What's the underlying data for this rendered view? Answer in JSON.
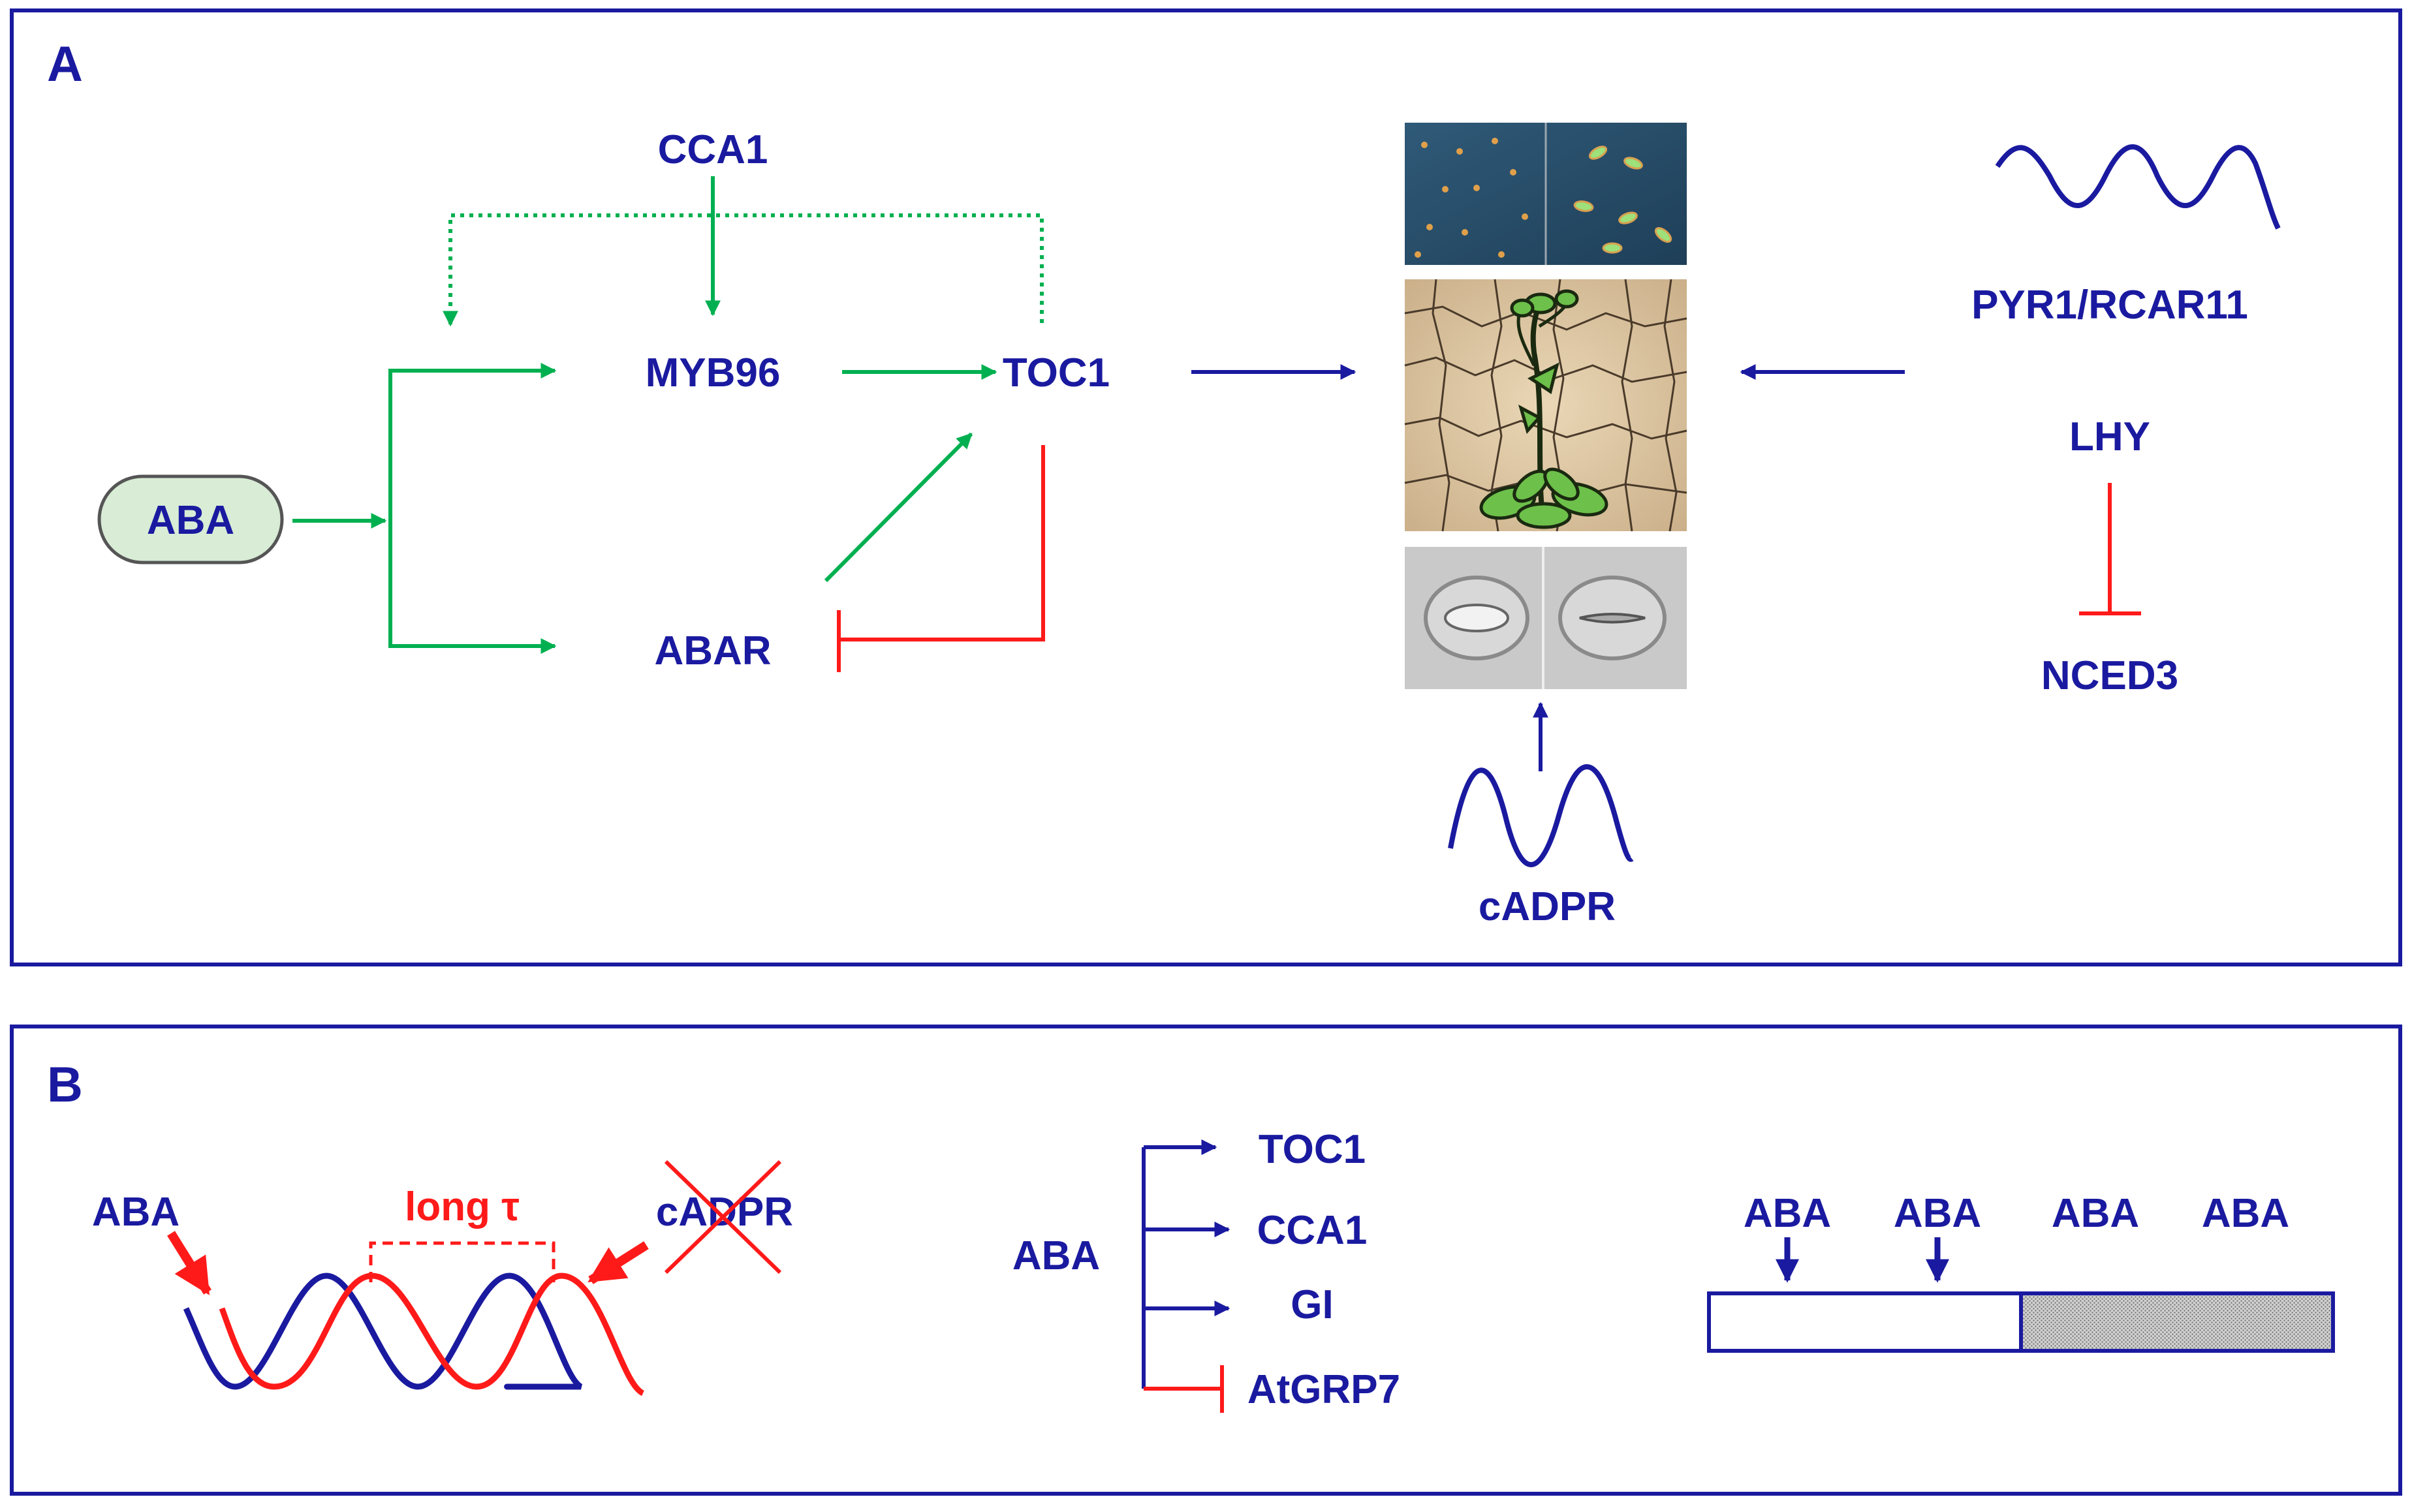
{
  "panel_a": {
    "letter": "A",
    "nodes": {
      "cca1": "CCA1",
      "myb96": "MYB96",
      "toc1": "TOC1",
      "aba": "ABA",
      "abar": "ABAR",
      "pyr1": "PYR1/RCAR11",
      "lhy": "LHY",
      "nced3": "NCED3",
      "cadpr": "cADPR"
    }
  },
  "panel_b": {
    "letter": "B",
    "left": {
      "aba": "ABA",
      "long_tau": "long τ",
      "cadpr": "cADPR"
    },
    "middle": {
      "aba": "ABA",
      "targets": [
        "TOC1",
        "CCA1",
        "GI",
        "AtGRP7"
      ]
    },
    "right": {
      "labels": [
        "ABA",
        "ABA",
        "ABA",
        "ABA"
      ]
    }
  },
  "colors": {
    "navy": "#1a1aa0",
    "green": "#00b050",
    "red": "#ff1a1a",
    "aba_fill": "#d8ecd6"
  }
}
